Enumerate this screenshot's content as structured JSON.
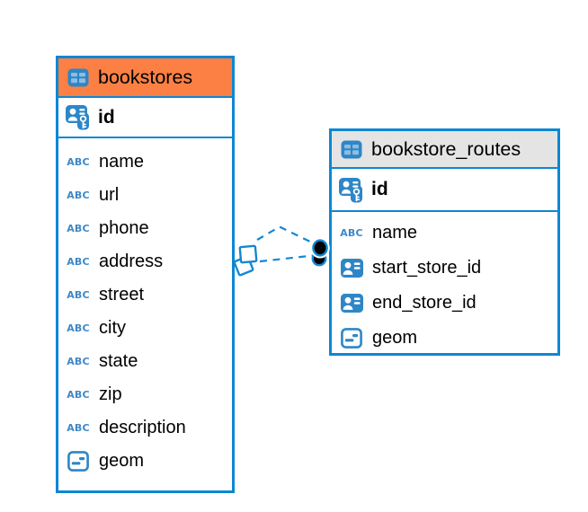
{
  "diagram": {
    "colors": {
      "accent_blue": "#0c87d4",
      "icon_blue": "#2e86c7",
      "bookstores_header": "#fc8044",
      "routes_header": "#e4e4e4",
      "connector": "#1487d3",
      "text": "#000000"
    },
    "icons": {
      "text_type_label": "ABC"
    },
    "tables": [
      {
        "name": "bookstores",
        "header_icon": "table-icon",
        "columns": [
          {
            "name": "id",
            "icon": "primary-key-icon",
            "primary_key": true
          },
          {
            "name": "name",
            "icon": "text-abc-icon"
          },
          {
            "name": "url",
            "icon": "text-abc-icon"
          },
          {
            "name": "phone",
            "icon": "text-abc-icon"
          },
          {
            "name": "address",
            "icon": "text-abc-icon"
          },
          {
            "name": "street",
            "icon": "text-abc-icon"
          },
          {
            "name": "city",
            "icon": "text-abc-icon"
          },
          {
            "name": "state",
            "icon": "text-abc-icon"
          },
          {
            "name": "zip",
            "icon": "text-abc-icon"
          },
          {
            "name": "description",
            "icon": "text-abc-icon"
          },
          {
            "name": "geom",
            "icon": "geometry-icon"
          }
        ]
      },
      {
        "name": "bookstore_routes",
        "header_icon": "table-icon",
        "columns": [
          {
            "name": "id",
            "icon": "primary-key-icon",
            "primary_key": true
          },
          {
            "name": "name",
            "icon": "text-abc-icon"
          },
          {
            "name": "start_store_id",
            "icon": "foreign-key-icon"
          },
          {
            "name": "end_store_id",
            "icon": "foreign-key-icon"
          },
          {
            "name": "geom",
            "icon": "geometry-icon"
          }
        ]
      }
    ],
    "relationships": [
      {
        "from": "bookstores",
        "to": "bookstore_routes",
        "style": "dashed"
      },
      {
        "from": "bookstores",
        "to": "bookstore_routes",
        "style": "dashed"
      }
    ]
  }
}
